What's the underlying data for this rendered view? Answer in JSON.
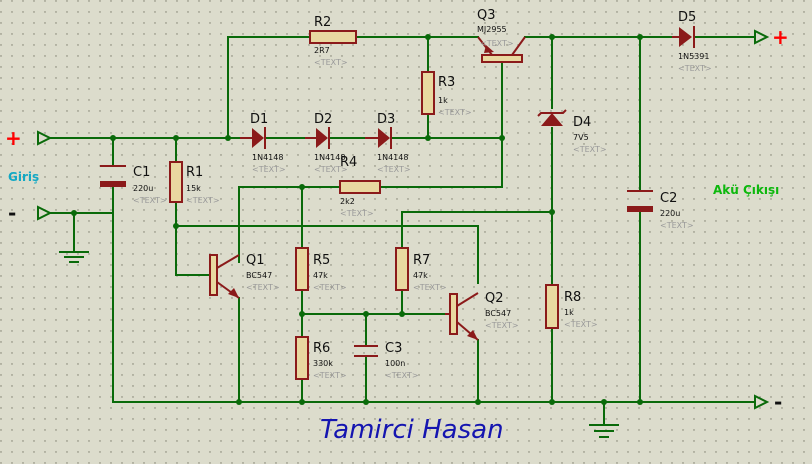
{
  "colors": {
    "background": "#dcdccc",
    "wire": "#0a6a0a",
    "component": "#8b1a1a",
    "body_fill": "#e9d8a0",
    "plus": "#ff0000",
    "input_label": "#12a8c4",
    "output_label": "#0db80d",
    "brand": "#1515b0"
  },
  "input": {
    "label": "Giriş",
    "plus": "+",
    "minus": "-"
  },
  "output": {
    "label": "Akü Çıkışı",
    "plus": "+",
    "minus": "-"
  },
  "brand": "Tamirci Hasan",
  "placeholder": "<TEXT>",
  "components": {
    "R1": {
      "name": "R1",
      "value": "15k"
    },
    "R2": {
      "name": "R2",
      "value": "2R7"
    },
    "R3": {
      "name": "R3",
      "value": "1k"
    },
    "R4": {
      "name": "R4",
      "value": "2k2"
    },
    "R5": {
      "name": "R5",
      "value": "47k"
    },
    "R6": {
      "name": "R6",
      "value": "330k"
    },
    "R7": {
      "name": "R7",
      "value": "47k"
    },
    "R8": {
      "name": "R8",
      "value": "1k"
    },
    "C1": {
      "name": "C1",
      "value": "220u"
    },
    "C2": {
      "name": "C2",
      "value": "220u"
    },
    "C3": {
      "name": "C3",
      "value": "100n"
    },
    "D1": {
      "name": "D1",
      "value": "1N4148"
    },
    "D2": {
      "name": "D2",
      "value": "1N4148"
    },
    "D3": {
      "name": "D3",
      "value": "1N4148"
    },
    "D4": {
      "name": "D4",
      "value": "7V5"
    },
    "D5": {
      "name": "D5",
      "value": "1N5391"
    },
    "Q1": {
      "name": "Q1",
      "value": "BC547"
    },
    "Q2": {
      "name": "Q2",
      "value": "BC547"
    },
    "Q3": {
      "name": "Q3",
      "value": "MJ2955"
    }
  }
}
